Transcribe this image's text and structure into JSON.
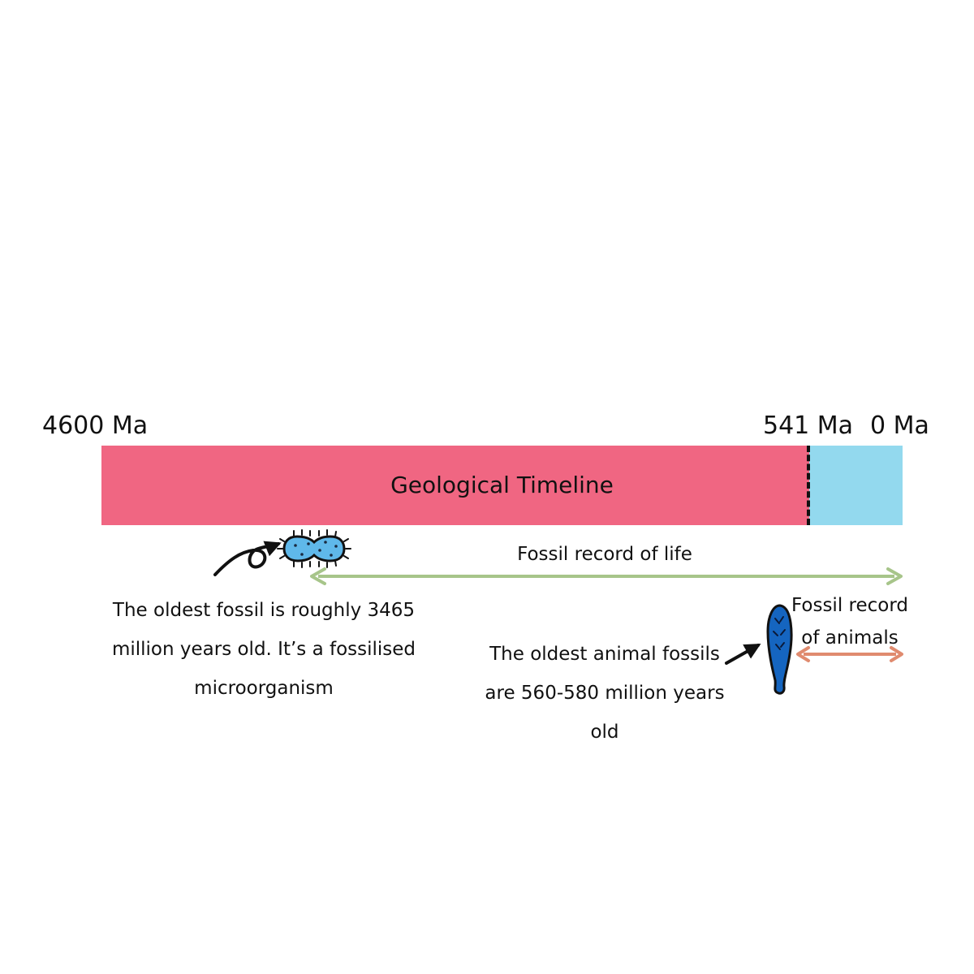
{
  "timeline": {
    "title": "Geological Timeline",
    "start_label": "4600 Ma",
    "boundary_label": "541 Ma",
    "end_label": "0 Ma",
    "colors": {
      "older_segment": "#f06682",
      "recent_segment": "#93d9ee",
      "life_arrow": "#a7c58a",
      "animal_arrow": "#e08b6f",
      "fossil_blue": "#1565c0",
      "microbe_blue": "#5fb8ea"
    }
  },
  "annotations": {
    "life_record": "Fossil record of life",
    "animal_record": "Fossil record of animals",
    "oldest_fossil": "The oldest fossil is roughly 3465 million years old. It’s a fossilised microorganism",
    "oldest_animal": "The oldest animal fossils are 560-580 million years old"
  },
  "icons": [
    "microorganism-icon",
    "animal-fossil-icon",
    "curly-arrow-icon",
    "pointer-arrow-icon"
  ]
}
